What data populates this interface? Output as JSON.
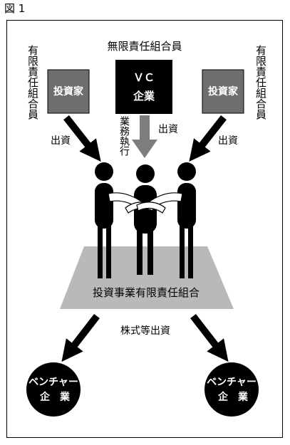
{
  "figure_label": "図 1",
  "unlimited_partner_label": "無限責任組合員",
  "limited_partner_left": "有限責任組合員",
  "limited_partner_right": "有限責任組合員",
  "investor_left": "投資家",
  "investor_right": "投資家",
  "vc_line1": "ＶＣ",
  "vc_line2": "企業",
  "capital_left": "出資",
  "capital_center": "出資",
  "capital_right": "出資",
  "business_execution": "業務執行",
  "partnership_label": "投資事業有限責任組合",
  "equity_investment": "株式等出資",
  "venture_left_line1": "ベンチャー",
  "venture_left_line2": "企　業",
  "venture_right_line1": "ベンチャー",
  "venture_right_line2": "企　業",
  "colors": {
    "investor_box": "#6e6e6e",
    "vc_box": "#000000",
    "platform": "#b9b9b9",
    "arrow": "#000000",
    "center_arrow": "#7d7d7d"
  }
}
